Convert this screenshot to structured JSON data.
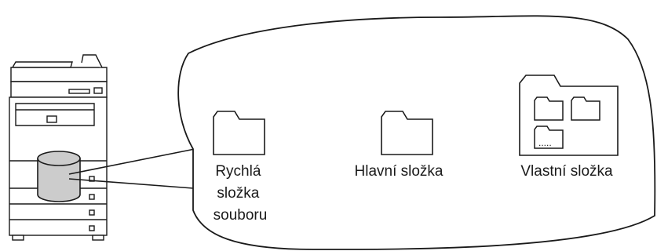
{
  "labels": {
    "quick_folder": [
      "Rychlá",
      "složka",
      "souboru"
    ],
    "main_folder": "Hlavní složka",
    "custom_folder": "Vlastní složka",
    "custom_folder_ellipsis": "....."
  },
  "colors": {
    "stroke": "#1a1a1a",
    "disk_fill": "#cccccc",
    "background": "#ffffff"
  }
}
